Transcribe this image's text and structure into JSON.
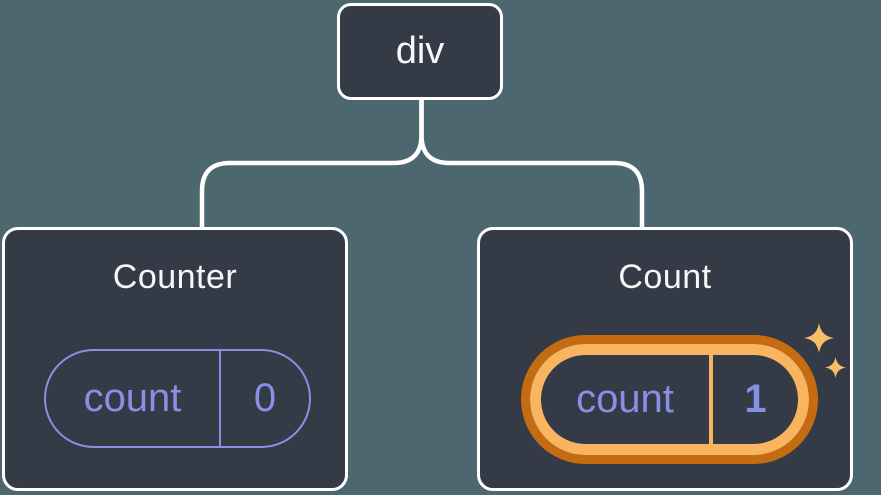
{
  "diagram": {
    "description": "React component tree with state",
    "root": {
      "label": "div"
    },
    "children": [
      {
        "title": "Counter",
        "state": {
          "key": "count",
          "value": "0"
        },
        "highlighted": false
      },
      {
        "title": "Count",
        "state": {
          "key": "count",
          "value": "1"
        },
        "highlighted": true,
        "icons": [
          "sparkle-icon",
          "sparkle-icon"
        ]
      }
    ]
  },
  "colors": {
    "background": "#4c6770",
    "card_fill": "#343a46",
    "connector_line": "#ffffff",
    "card_border": "#ffffff",
    "state_accent_purple": "#8790e4",
    "highlight_orange_dark": "#c56c12",
    "highlight_orange_light": "#f9b45f",
    "sparkle": "#f9bd68",
    "title_text": "#f6f7f9"
  }
}
